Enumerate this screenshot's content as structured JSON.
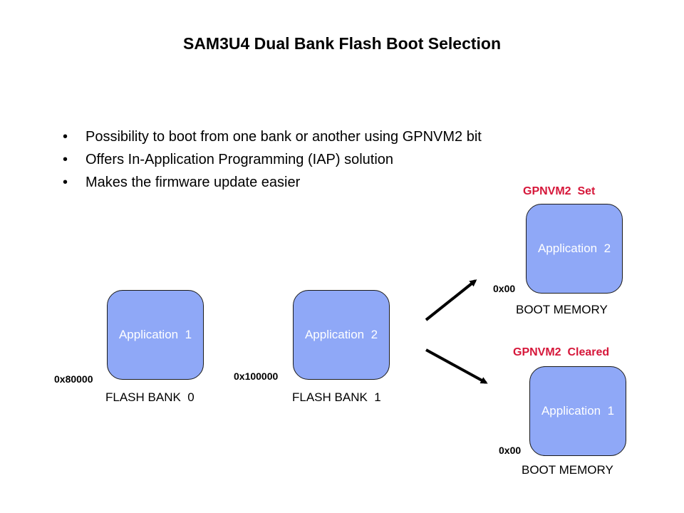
{
  "title": "SAM3U4 Dual Bank Flash Boot Selection",
  "bullets": [
    "Possibility to boot from one bank or another using GPNVM2 bit",
    "Offers In-Application Programming (IAP) solution",
    "Makes the firmware update easier"
  ],
  "bullet_glyph": "•",
  "flash_banks": [
    {
      "app": "Application  1",
      "address": "0x80000",
      "label": "FLASH BANK  0"
    },
    {
      "app": "Application  2",
      "address": "0x100000",
      "label": "FLASH BANK  1"
    }
  ],
  "boot_options": [
    {
      "status": "GPNVM2  Set",
      "app": "Application  2",
      "address": "0x00",
      "label": "BOOT MEMORY"
    },
    {
      "status": "GPNVM2  Cleared",
      "app": "Application  1",
      "address": "0x00",
      "label": "BOOT MEMORY"
    }
  ],
  "colors": {
    "box_fill": "#8fa8f7",
    "status_red": "#d6173a"
  }
}
